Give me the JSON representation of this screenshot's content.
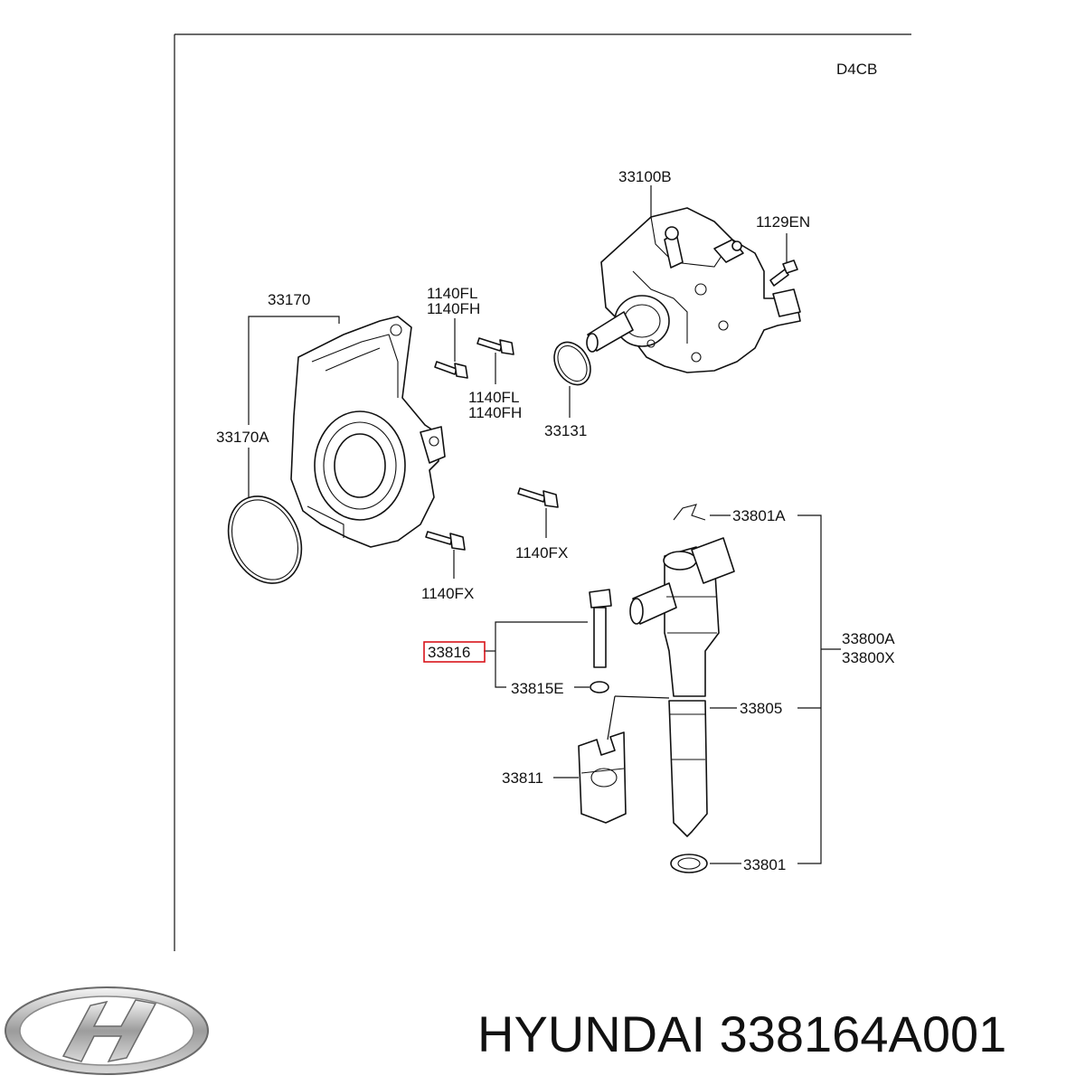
{
  "diagram": {
    "engine_code": "D4CB",
    "labels": {
      "pump": "33100B",
      "pump_bolt": "1129EN",
      "cover": "33170",
      "cover_gasket": "33170A",
      "bolt_fl_top_1": "1140FL",
      "bolt_fh_top_1": "1140FH",
      "bolt_fl_bottom_1": "1140FL",
      "bolt_fh_bottom_1": "1140FH",
      "oring": "33131",
      "bolt_fx_right": "1140FX",
      "bolt_fx_left": "1140FX",
      "clip": "33801A",
      "injector_assy_a": "33800A",
      "injector_assy_x": "33800X",
      "bolt_highlight": "33816",
      "washer": "33815E",
      "injector_body": "33805",
      "clamp": "33811",
      "seal_washer": "33801"
    },
    "highlight_color": "#d9141b"
  },
  "caption": {
    "brand": "HYUNDAI",
    "part_number": "338164A001"
  },
  "logo": {
    "icon": "hyundai-logo-icon"
  }
}
